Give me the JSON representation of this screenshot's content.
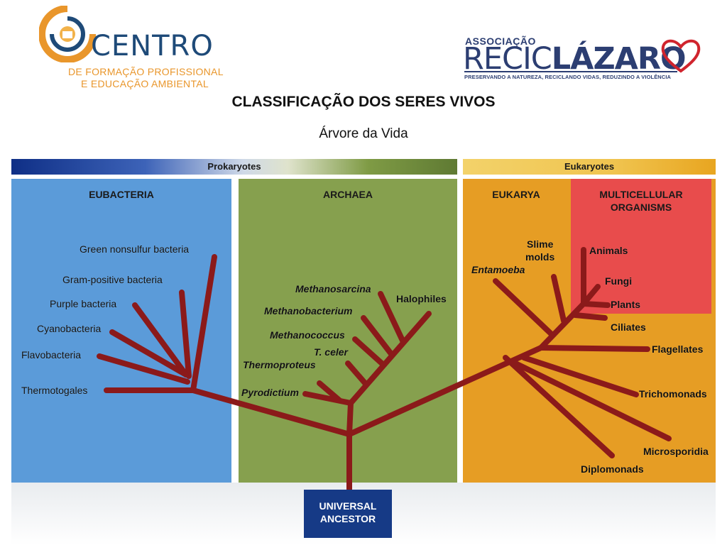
{
  "header": {
    "left_logo": {
      "name": "CENTRO",
      "line1": "DE FORMAÇÃO PROFISSIONAL",
      "line2": "E EDUCAÇÃO AMBIENTAL"
    },
    "right_logo": {
      "top": "ASSOCIAÇÃO",
      "name_regular": "RECIC",
      "name_bold": "LÁZARO",
      "slogan": "PRESERVANDO A NATUREZA, RECICLANDO VIDAS, REDUZINDO A VIOLÊNCIA"
    },
    "title": "CLASSIFICAÇÃO DOS SERES VIVOS",
    "subtitle": "Árvore da Vida"
  },
  "colors": {
    "eubacteria": "#5b9bd9",
    "archaea": "#86a04e",
    "eukarya": "#e69d24",
    "multicellular": "#e84c4c",
    "branch": "#8b1a1a",
    "ancestor": "#163a86"
  },
  "tree": {
    "bars": {
      "prokaryotes": "Prokaryotes",
      "eukaryotes": "Eukaryotes"
    },
    "domains": {
      "eubacteria": "EUBACTERIA",
      "archaea": "ARCHAEA",
      "eukarya": "EUKARYA",
      "multicellular_1": "MULTICELLULAR",
      "multicellular_2": "ORGANISMS"
    },
    "eubacteria": [
      "Green nonsulfur bacteria",
      "Gram-positive bacteria",
      "Purple bacteria",
      "Cyanobacteria",
      "Flavobacteria",
      "Thermotogales"
    ],
    "archaea": [
      "Methanosarcina",
      "Methanobacterium",
      "Halophiles",
      "Methanococcus",
      "T. celer",
      "Thermoproteus",
      "Pyrodictium"
    ],
    "eukarya": [
      "Slime",
      "molds",
      "Entamoeba",
      "Animals",
      "Fungi",
      "Plants",
      "Ciliates",
      "Flagellates",
      "Trichomonads",
      "Microsporidia",
      "Diplomonads"
    ],
    "ancestor": {
      "line1": "UNIVERSAL",
      "line2": "ANCESTOR"
    }
  }
}
